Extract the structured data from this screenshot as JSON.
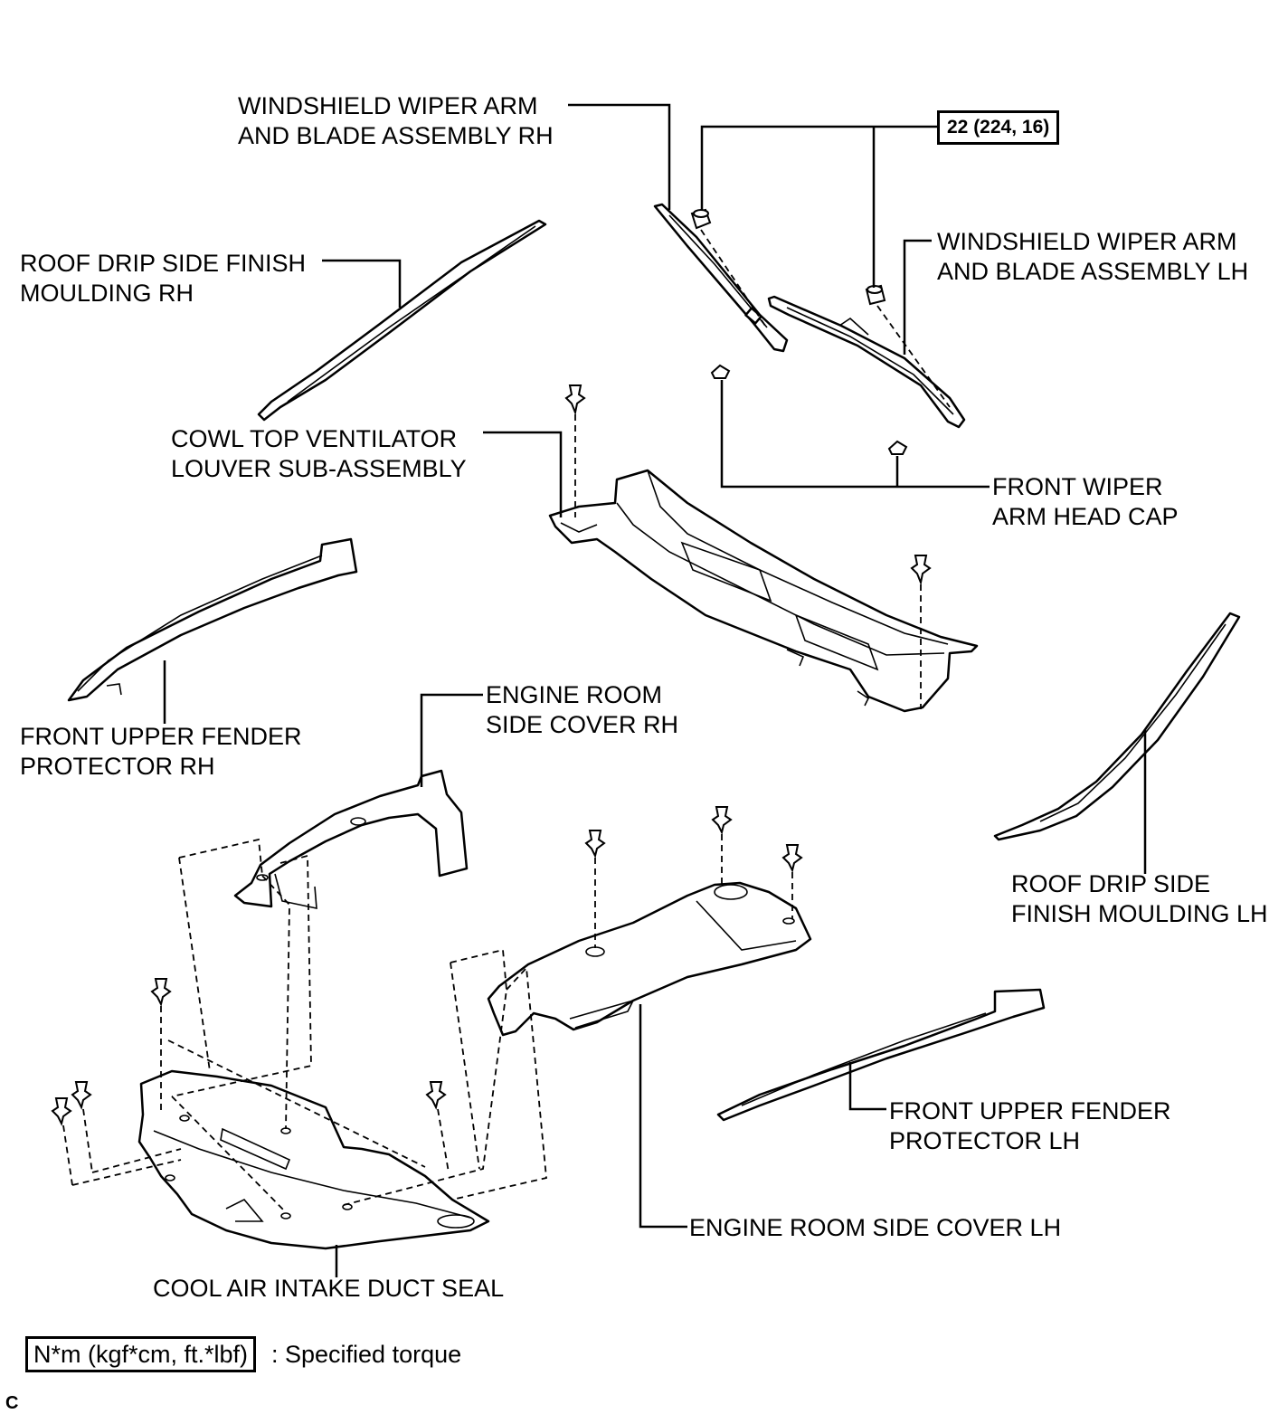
{
  "labels": {
    "wiper_rh": [
      "WINDSHIELD  WIPER ARM",
      "AND BLADE ASSEMBLY RH"
    ],
    "wiper_lh": [
      "WINDSHIELD  WIPER ARM",
      "AND BLADE ASSEMBLY LH"
    ],
    "roof_rh": [
      "ROOF DRIP SIDE FINISH",
      "MOULDING RH"
    ],
    "roof_lh": [
      "ROOF DRIP SIDE",
      "FINISH MOULDING LH"
    ],
    "cowl": [
      "COWL TOP VENTILATOR",
      "LOUVER SUB-ASSEMBLY"
    ],
    "head_cap": [
      "FRONT WIPER",
      "ARM HEAD CAP"
    ],
    "fender_rh": [
      "FRONT UPPER FENDER",
      "PROTECTOR RH"
    ],
    "fender_lh": [
      "FRONT UPPER FENDER",
      "PROTECTOR LH"
    ],
    "engine_rh": [
      "ENGINE ROOM",
      "SIDE COVER RH"
    ],
    "engine_lh": "ENGINE ROOM SIDE COVER LH",
    "duct_seal": "COOL AIR INTAKE DUCT SEAL"
  },
  "torque": "22 (224, 16)",
  "legend": {
    "box": "N*m (kgf*cm, ft.*lbf)",
    "text": ": Specified torque"
  },
  "corner_code": "C"
}
